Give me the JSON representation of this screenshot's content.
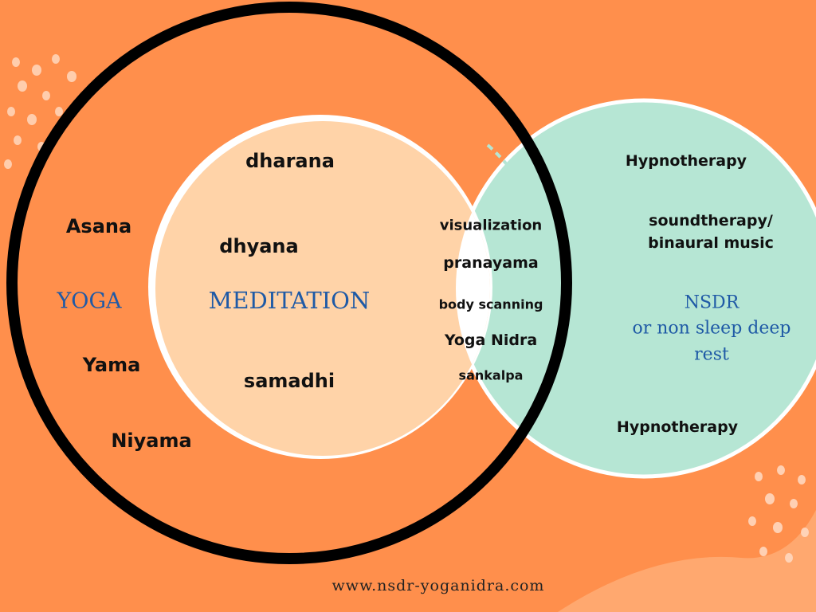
{
  "colors": {
    "background": "#ff8f4c",
    "meditation_fill": "#ffd3a8",
    "nsdr_fill": "#b6e6d4",
    "overlap_fill": "#ffffff",
    "yoga_ring": "#000000",
    "heading_blue": "#1f5aa6"
  },
  "yoga": {
    "title": "YOGA",
    "items": [
      "Asana",
      "Yama",
      "Niyama"
    ]
  },
  "meditation": {
    "title": "MEDITATION",
    "items": [
      "dharana",
      "dhyana",
      "samadhi"
    ]
  },
  "overlap": {
    "items": [
      "visualization",
      "pranayama",
      "body scanning",
      "Yoga Nidra",
      "sankalpa"
    ]
  },
  "nsdr": {
    "title_lines": [
      "NSDR",
      "or non sleep deep",
      "rest"
    ],
    "items": [
      "Hypnotherapy",
      "soundtherapy/",
      "binaural music",
      "Hypnotherapy"
    ]
  },
  "footer": {
    "url": "www.nsdr-yoganidra.com"
  }
}
